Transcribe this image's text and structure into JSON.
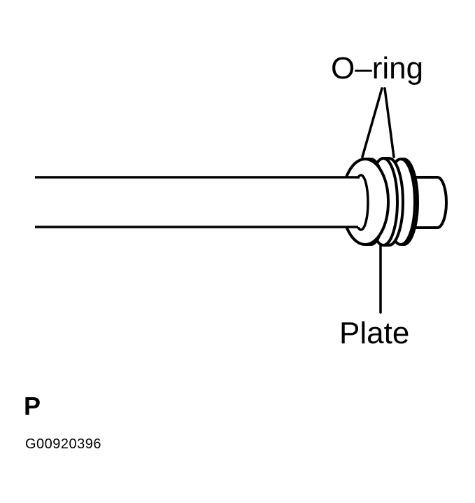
{
  "labels": {
    "oring": "O–ring",
    "plate": "Plate"
  },
  "footer": {
    "letter": "P",
    "code": "G00920396"
  },
  "colors": {
    "ink": "#000000",
    "paper": "#ffffff"
  }
}
